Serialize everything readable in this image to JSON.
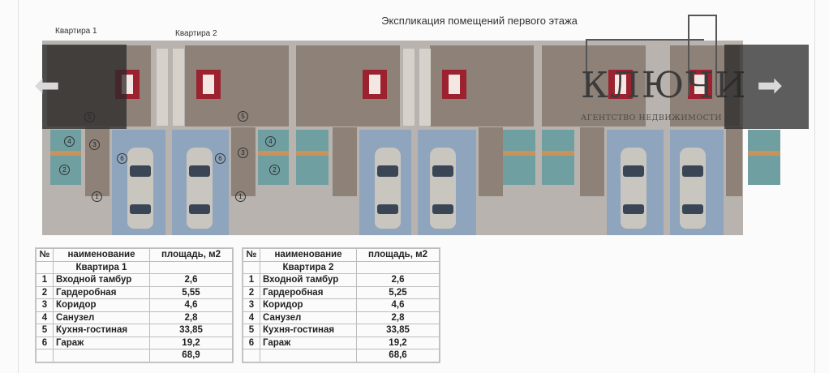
{
  "drawing": {
    "title": "Экспликация помещений первого этажа",
    "unit_labels": [
      "Квартира 1",
      "Квартира 2"
    ],
    "room_markers": [
      "1",
      "2",
      "3",
      "4",
      "5",
      "6"
    ],
    "colors": {
      "living_room": "#8d8178",
      "garage": "#8fa4bd",
      "bathroom": "#6f9fa1",
      "wardrobe_furniture": "#c7925d",
      "dining_chairs": "#9c2230"
    }
  },
  "watermark": {
    "brand": "КЛЮЧИ",
    "subtitle": "АГЕНТСТВО НЕДВИЖИМОСТИ"
  },
  "gallery_nav": {
    "prev_icon": "arrow-left-icon",
    "next_icon": "arrow-right-icon",
    "prev_glyph": "⬅",
    "next_glyph": "➡"
  },
  "tables": [
    {
      "headers": {
        "no": "№",
        "name": "наименование",
        "area": "площадь, м2"
      },
      "unit": "Квартира 1",
      "rows": [
        {
          "no": "1",
          "name": "Входной тамбур",
          "area": "2,6"
        },
        {
          "no": "2",
          "name": "Гардеробная",
          "area": "5,55"
        },
        {
          "no": "3",
          "name": "Коридор",
          "area": "4,6"
        },
        {
          "no": "4",
          "name": "Санузел",
          "area": "2,8"
        },
        {
          "no": "5",
          "name": "Кухня-гостиная",
          "area": "33,85"
        },
        {
          "no": "6",
          "name": "Гараж",
          "area": "19,2"
        }
      ],
      "total": "68,9"
    },
    {
      "headers": {
        "no": "№",
        "name": "наименование",
        "area": "площадь, м2"
      },
      "unit": "Квартира 2",
      "rows": [
        {
          "no": "1",
          "name": "Входной тамбур",
          "area": "2,6"
        },
        {
          "no": "2",
          "name": "Гардеробная",
          "area": "5,25"
        },
        {
          "no": "3",
          "name": "Коридор",
          "area": "4,6"
        },
        {
          "no": "4",
          "name": "Санузел",
          "area": "2,8"
        },
        {
          "no": "5",
          "name": "Кухня-гостиная",
          "area": "33,85"
        },
        {
          "no": "6",
          "name": "Гараж",
          "area": "19,2"
        }
      ],
      "total": "68,6"
    }
  ]
}
